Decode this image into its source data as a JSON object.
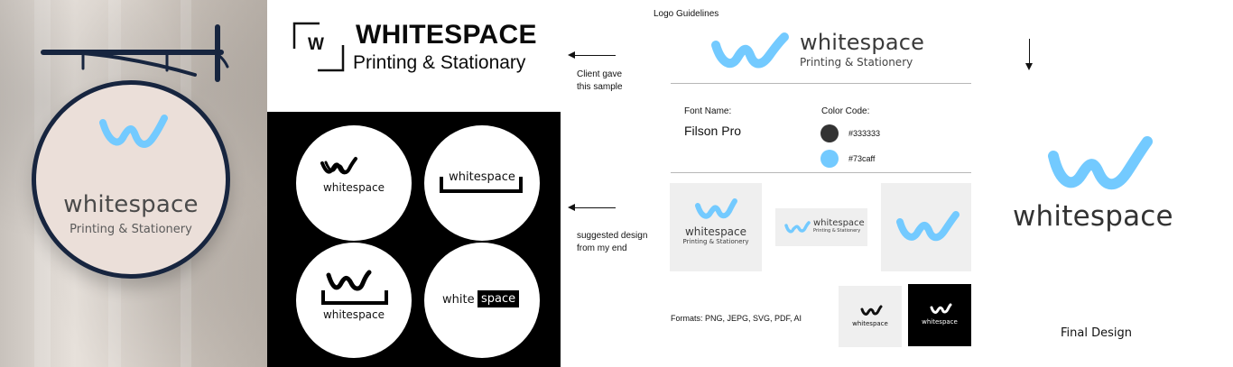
{
  "brand": {
    "primary_color": "#73caff",
    "text_color": "#333333",
    "name": "whitespace",
    "tagline": "Printing & Stationery"
  },
  "sample": {
    "mark": "W",
    "title": "WHITESPACE",
    "subtitle": "Printing & Stationary",
    "note": "Client gave\nthis sample"
  },
  "suggested": {
    "note": "suggested design\nfrom my end",
    "circles": [
      {
        "text": "whitespace"
      },
      {
        "text": "whitespace"
      },
      {
        "text": "whitespace"
      },
      {
        "text_left": "white",
        "text_right": "space"
      }
    ]
  },
  "guidelines": {
    "title": "Logo Guidelines",
    "font_label": "Font Name:",
    "font_value": "Filson Pro",
    "color_label": "Color Code:",
    "color_1": "#333333",
    "color_2": "#73caff",
    "formats": "Formats: PNG, JEPG, SVG, PDF, AI"
  },
  "final": {
    "label": "Final Design"
  }
}
